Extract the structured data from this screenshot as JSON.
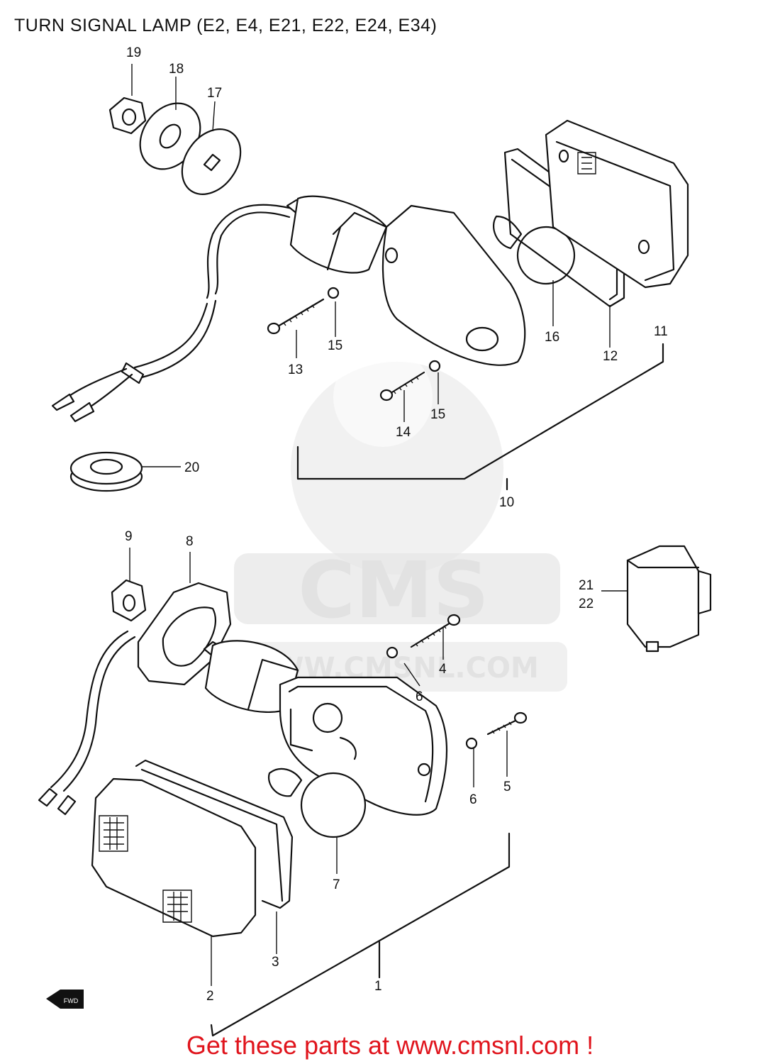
{
  "title": "TURN SIGNAL LAMP (E2, E4, E21, E22, E24, E34)",
  "footer": "Get these parts at www.cmsnl.com !",
  "watermark": {
    "brand": "CMS",
    "url": "WWW.CMSNL.COM"
  },
  "fwd_badge": "FWD",
  "callouts": {
    "c1": "1",
    "c2": "2",
    "c3": "3",
    "c4": "4",
    "c5": "5",
    "c6a": "6",
    "c6b": "6",
    "c7": "7",
    "c8": "8",
    "c9": "9",
    "c10": "10",
    "c11": "11",
    "c12": "12",
    "c13": "13",
    "c14": "14",
    "c15a": "15",
    "c15b": "15",
    "c16": "16",
    "c17": "17",
    "c18": "18",
    "c19": "19",
    "c20": "20",
    "c21": "21",
    "c22": "22"
  },
  "colors": {
    "footer": "#e0141c",
    "line": "#111111",
    "watermark": "#e2e2e2"
  }
}
